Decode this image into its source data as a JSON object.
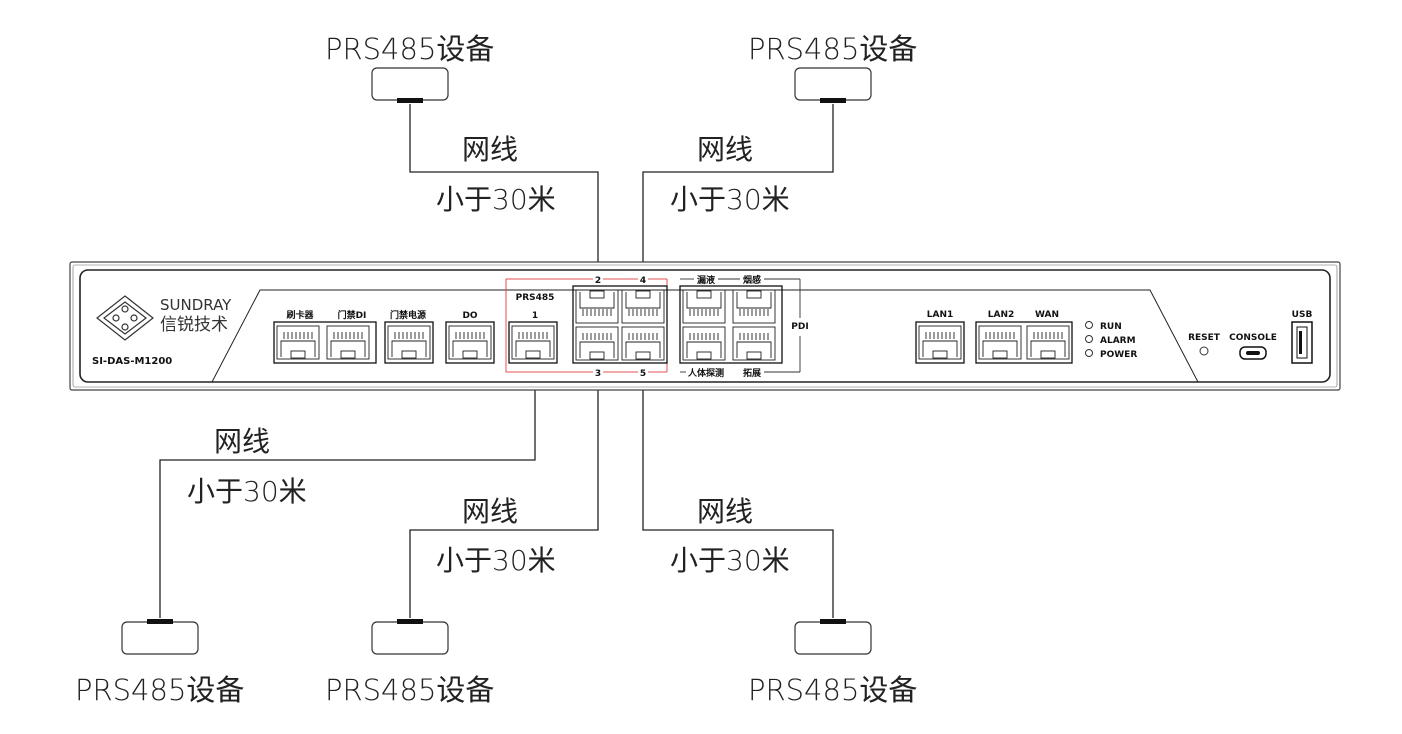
{
  "devices": [
    {
      "label": "PRS485设备"
    },
    {
      "label": "PRS485设备"
    },
    {
      "label": "PRS485设备"
    },
    {
      "label": "PRS485设备"
    },
    {
      "label": "PRS485设备"
    }
  ],
  "cables": [
    {
      "line1": "网线",
      "line2": "小于30米"
    },
    {
      "line1": "网线",
      "line2": "小于30米"
    },
    {
      "line1": "网线",
      "line2": "小于30米"
    },
    {
      "line1": "网线",
      "line2": "小于30米"
    },
    {
      "line1": "网线",
      "line2": "小于30米"
    }
  ],
  "panel": {
    "brand_en": "SUNDRAY",
    "brand_cn": "信锐技术",
    "model": "SI-DAS-M1200",
    "ports": {
      "card_reader": "刷卡器",
      "door_di": "门禁DI",
      "door_power": "门禁电源",
      "do": "DO",
      "prs485": "PRS485",
      "port1": "1",
      "port2": "2",
      "port3": "3",
      "port4": "4",
      "port5": "5",
      "leak": "漏液",
      "smoke": "烟感",
      "body_detect": "人体探测",
      "expand": "拓展",
      "pdi": "PDI",
      "lan1": "LAN1",
      "lan2": "LAN2",
      "wan": "WAN",
      "reset": "RESET",
      "console": "CONSOLE",
      "usb": "USB"
    },
    "leds": [
      "RUN",
      "ALARM",
      "POWER"
    ],
    "accent_red": "#e05050"
  }
}
